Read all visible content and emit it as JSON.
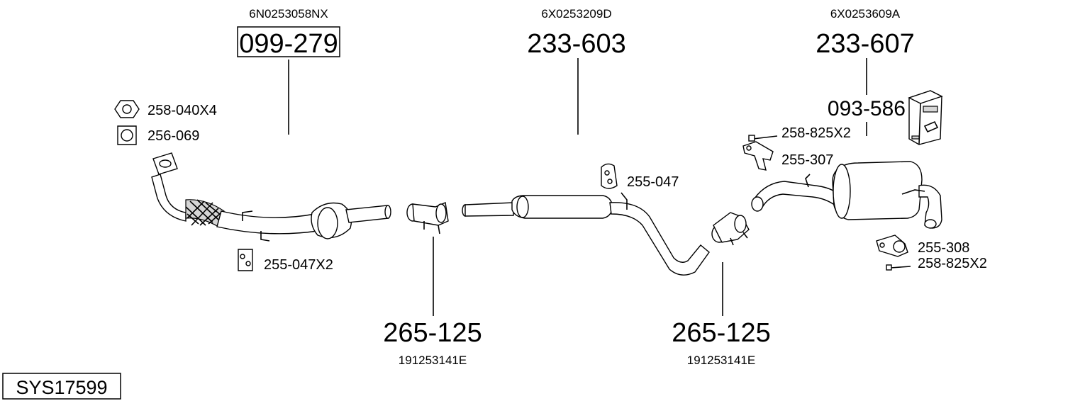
{
  "diagram": {
    "system_id": "SYS17599",
    "groups": [
      {
        "oem": "6N0253058NX",
        "part": "099-279"
      },
      {
        "oem": "6X0253209D",
        "part": "233-603"
      },
      {
        "oem": "6X0253609A",
        "part": "233-607"
      }
    ],
    "accessories": [
      {
        "part": "258-040X4"
      },
      {
        "part": "256-069"
      },
      {
        "part": "255-047X2"
      },
      {
        "part": "255-047"
      },
      {
        "part": "258-825X2"
      },
      {
        "part": "255-307"
      },
      {
        "part": "093-586"
      },
      {
        "part": "255-308"
      },
      {
        "part": "258-825X2"
      }
    ],
    "clamps": [
      {
        "part": "265-125",
        "oem": "191253141E"
      },
      {
        "part": "265-125",
        "oem": "191253141E"
      }
    ]
  }
}
